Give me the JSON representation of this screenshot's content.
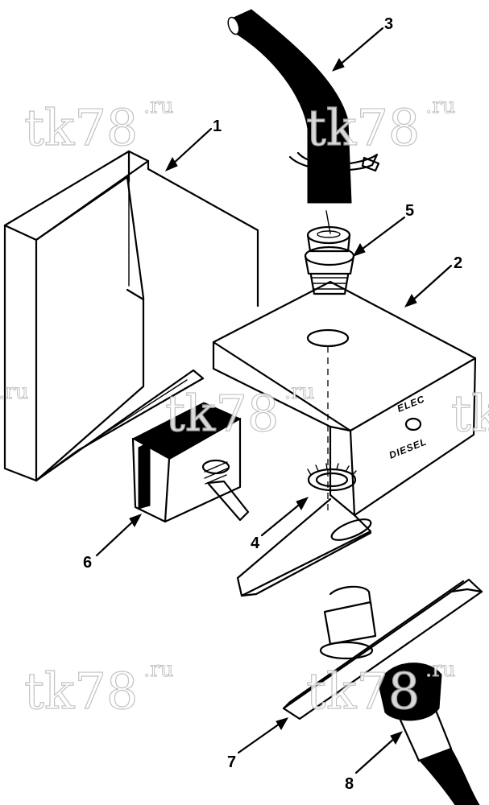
{
  "callouts": [
    {
      "id": "1",
      "label": "1"
    },
    {
      "id": "2",
      "label": "2"
    },
    {
      "id": "3",
      "label": "3"
    },
    {
      "id": "4",
      "label": "4"
    },
    {
      "id": "5",
      "label": "5"
    },
    {
      "id": "6",
      "label": "6"
    },
    {
      "id": "7",
      "label": "7"
    },
    {
      "id": "8",
      "label": "8"
    }
  ],
  "plate": {
    "top_label": "ELEC",
    "bottom_label": "DIESEL"
  },
  "watermark": {
    "main": "tk78",
    "suffix": ".ru"
  }
}
